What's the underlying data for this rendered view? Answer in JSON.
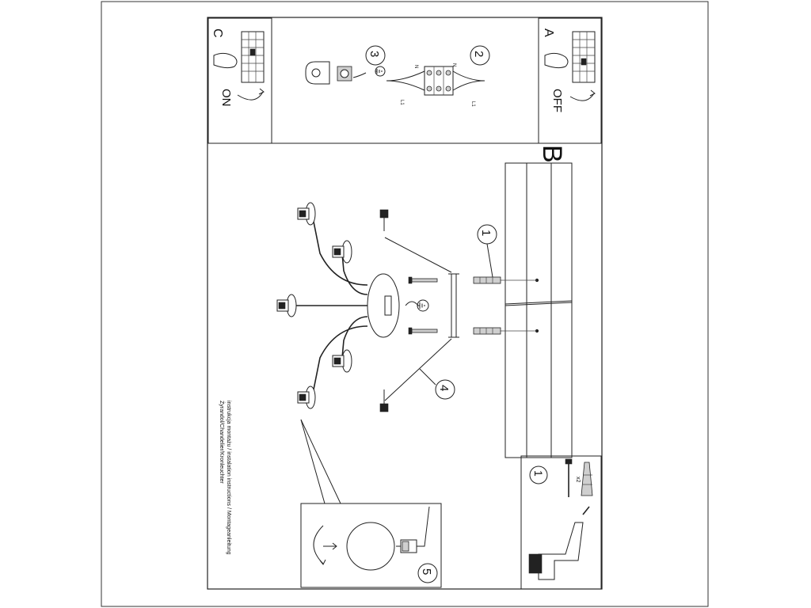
{
  "panels": {
    "a": {
      "letter": "A",
      "state": "OFF"
    },
    "c": {
      "letter": "C",
      "state": "ON"
    },
    "b": {
      "letter": "B"
    }
  },
  "steps": [
    "1",
    "2",
    "3",
    "4",
    "5",
    "1"
  ],
  "wiring": {
    "neutral": "N",
    "live": "L1"
  },
  "kit": {
    "quantity": "x2"
  },
  "caption": {
    "line1": "instrukcja montażu / instalation instructions / Montageanleitung",
    "line2": "Żyrandol/Chandelier/Kronleuchter"
  }
}
